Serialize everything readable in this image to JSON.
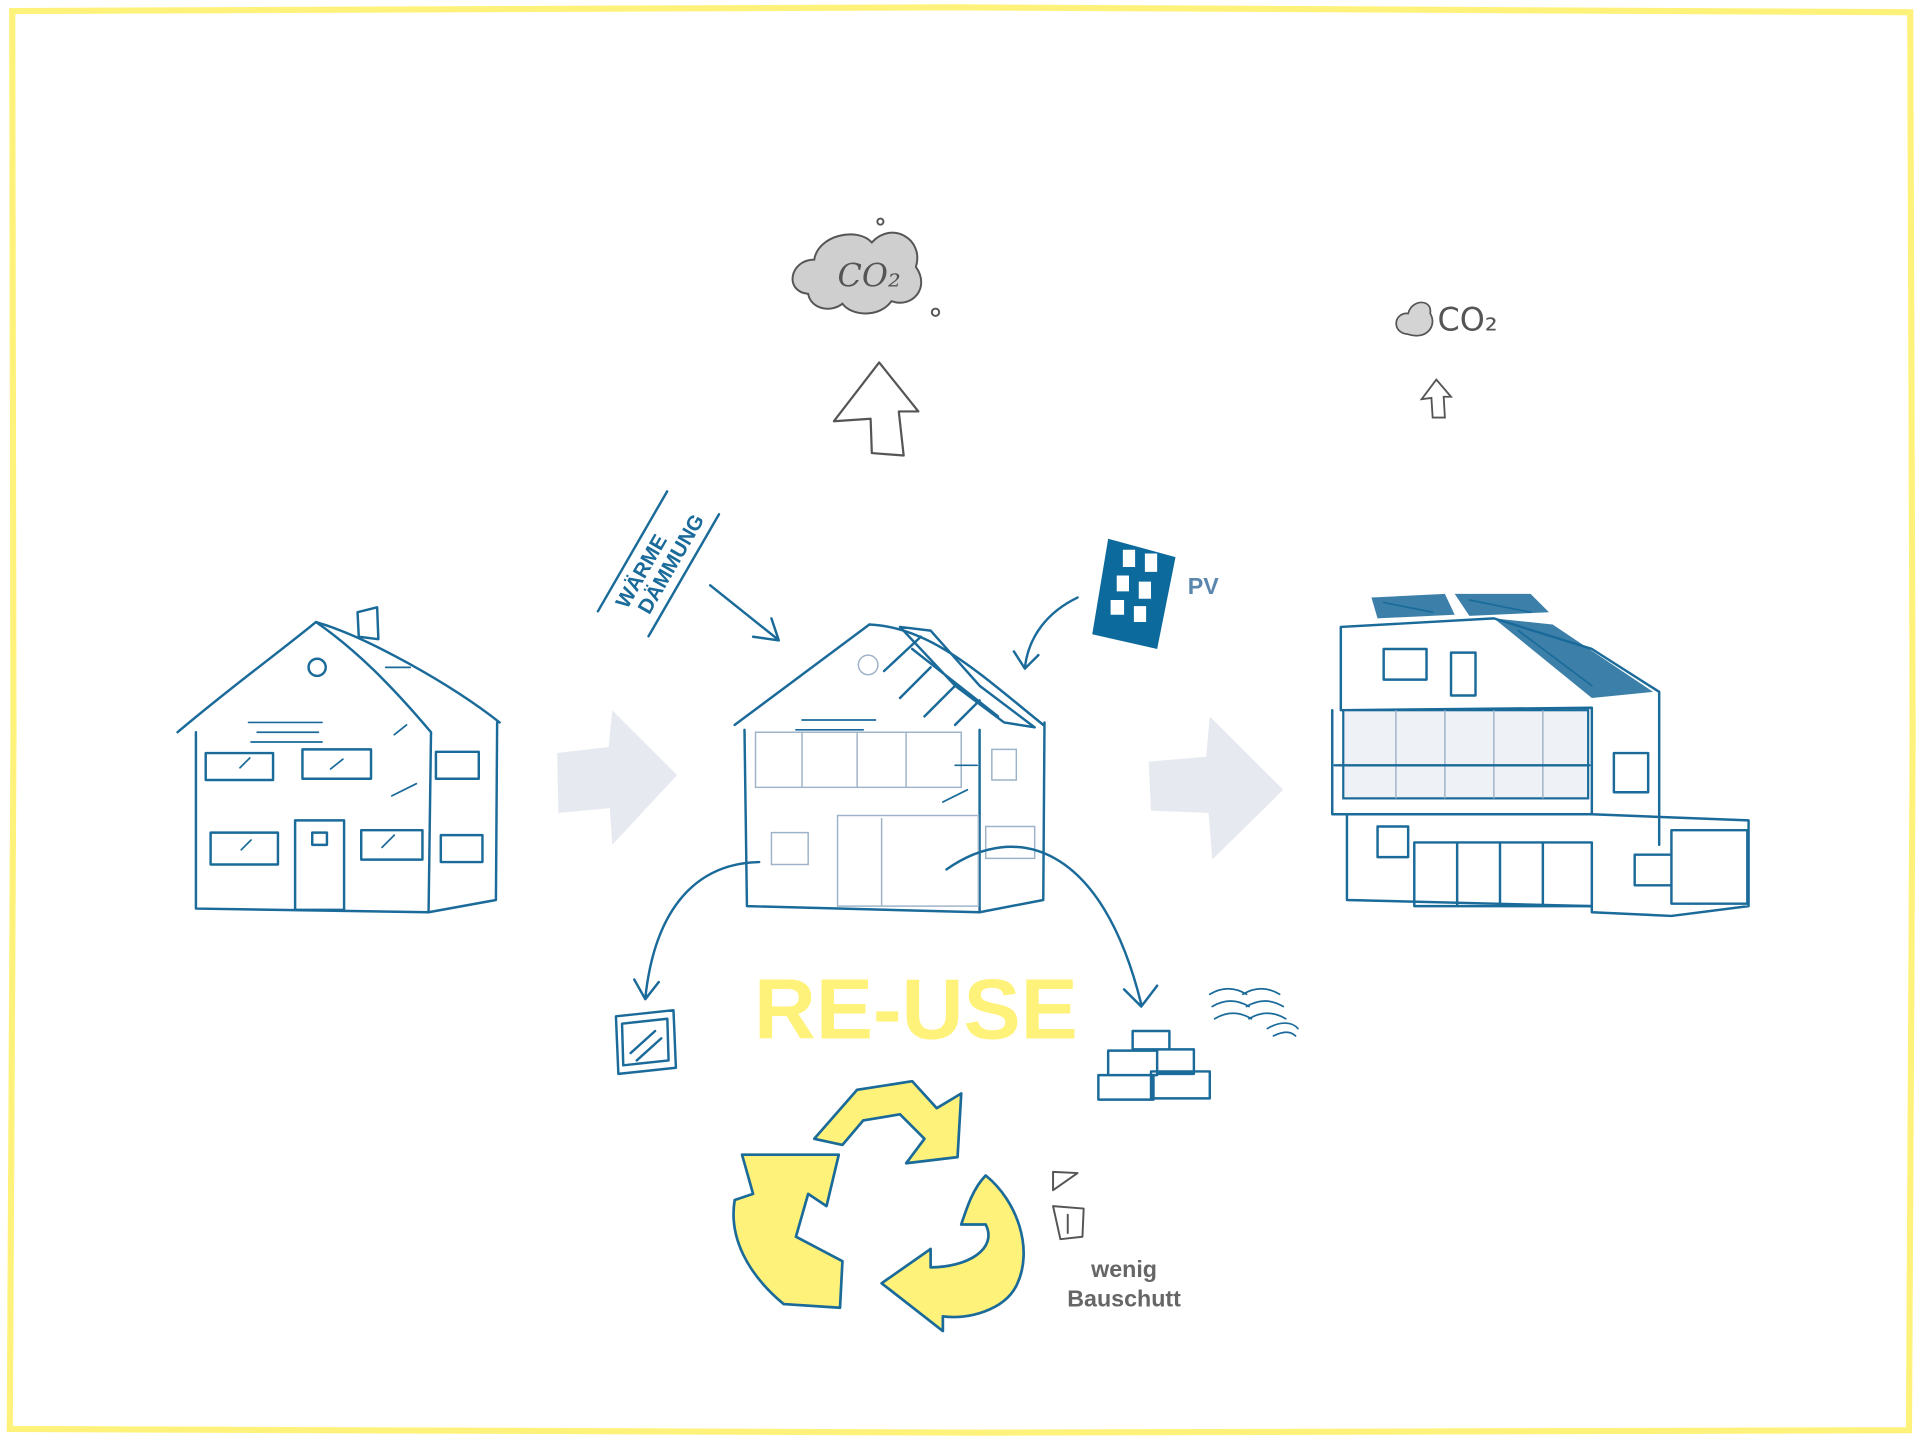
{
  "labels": {
    "insulation_line1": "WÄRME",
    "insulation_line2": "DÄMMUNG",
    "pv": "PV",
    "reuse": "RE-USE",
    "co2_large": "CO₂",
    "co2_small": "CO₂",
    "rubble_line1": "wenig",
    "rubble_line2": "Bauschutt"
  },
  "colors": {
    "accent_yellow": "#fff27a",
    "sketch_blue": "#1a6a9a",
    "pv_blue": "#0d6a9c",
    "pv_text": "#5b86ad",
    "arrow_gray": "#e6eaf0",
    "text_gray": "#666666"
  }
}
